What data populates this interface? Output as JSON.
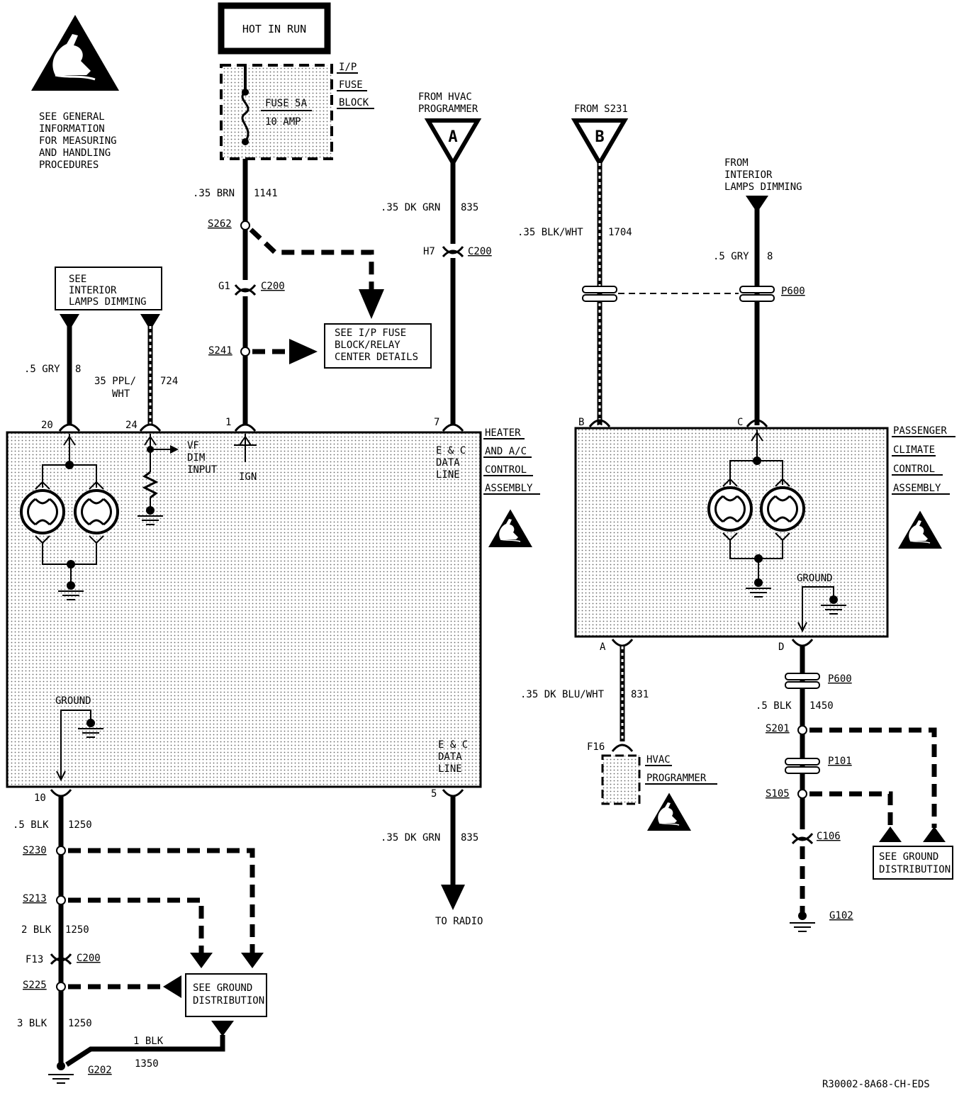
{
  "notes": {
    "esd": [
      "SEE GENERAL",
      "INFORMATION",
      "FOR MEASURING",
      "AND HANDLING",
      "PROCEDURES"
    ],
    "hot_in_run": "HOT IN RUN",
    "fuse_block": [
      "I/P",
      "FUSE",
      "BLOCK"
    ],
    "fuse": [
      "FUSE 5A",
      "10 AMP"
    ],
    "see_ip_fuse": [
      "SEE I/P FUSE",
      "BLOCK/RELAY",
      "CENTER DETAILS"
    ],
    "see_int_lamps": [
      "SEE",
      "INTERIOR",
      "LAMPS DIMMING"
    ],
    "from_hvac": [
      "FROM HVAC",
      "PROGRAMMER"
    ],
    "from_s231": "FROM S231",
    "from_interior": [
      "FROM",
      "INTERIOR",
      "LAMPS DIMMING"
    ],
    "heater": [
      "HEATER",
      "AND A/C",
      "CONTROL",
      "ASSEMBLY"
    ],
    "passenger": [
      "PASSENGER",
      "CLIMATE",
      "CONTROL",
      "ASSEMBLY"
    ],
    "data_line": [
      "E & C",
      "DATA",
      "LINE"
    ],
    "vf_dim": [
      "VF",
      "DIM",
      "INPUT"
    ],
    "ign": "IGN",
    "ground": "GROUND",
    "hvac_prog": [
      "HVAC",
      "PROGRAMMER"
    ],
    "see_ground": [
      "SEE GROUND",
      "DISTRIBUTION"
    ],
    "to_radio": "TO RADIO",
    "footer": "R30002-8A68-CH-EDS"
  },
  "markers": {
    "a": "A",
    "b": "B"
  },
  "wires": {
    "brn": [
      ".35 BRN",
      "1141"
    ],
    "dkgrn_top": [
      ".35 DK GRN",
      "835"
    ],
    "blkwht": [
      ".35 BLK/WHT",
      "1704"
    ],
    "gry_right": [
      ".5 GRY",
      "8"
    ],
    "gry_left": [
      ".5 GRY",
      "8"
    ],
    "ppl": [
      "35 PPL/",
      "WHT",
      "724"
    ],
    "dkbluwht": [
      ".35 DK BLU/WHT",
      "831"
    ],
    "blk1450": [
      ".5 BLK",
      "1450"
    ],
    "blk1250a": [
      ".5 BLK",
      "1250"
    ],
    "blk1250b": [
      "2 BLK",
      "1250"
    ],
    "blk1250c": [
      "3 BLK",
      "1250"
    ],
    "blk1350": [
      "1 BLK",
      "1350"
    ],
    "dkgrn_bot": [
      ".35 DK GRN",
      "835"
    ]
  },
  "refs": {
    "s262": "S262",
    "s241": "S241",
    "g1": "G1",
    "c200": "C200",
    "h7": "H7",
    "p600": "P600",
    "s201": "S201",
    "p101": "P101",
    "s105": "S105",
    "c106": "C106",
    "g102": "G102",
    "s230": "S230",
    "s213": "S213",
    "f13": "F13",
    "s225": "S225",
    "g202": "G202",
    "f16": "F16"
  },
  "pins": {
    "p20": "20",
    "p24": "24",
    "p1": "1",
    "p7": "7",
    "p10": "10",
    "p5": "5",
    "pb": "B",
    "pc": "C",
    "pa": "A",
    "pd": "D"
  }
}
